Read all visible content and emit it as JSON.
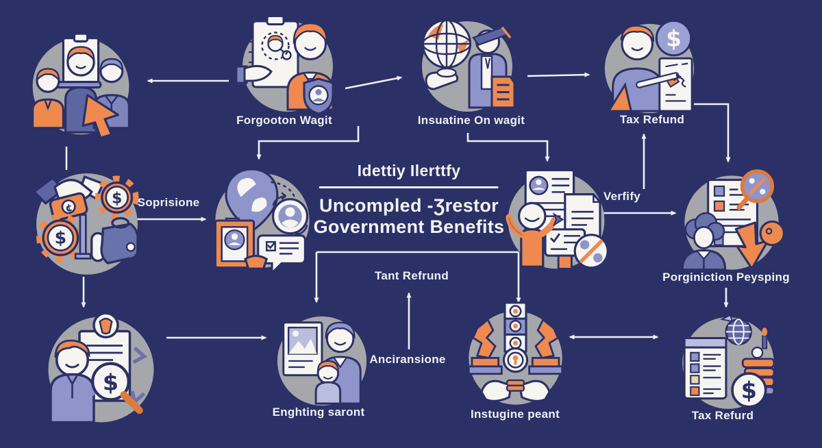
{
  "diagram": {
    "title": {
      "line1": "Idettiy Ilerttfy",
      "line2": "Uncompled -Ʒrestor",
      "line3": "Government Benefits"
    },
    "labels": {
      "forgotten_wage": "Forgooton Wagit",
      "insurance_wage": "Insuatine On wagit",
      "tax_refund_top": "Tax Refund",
      "soprisione": "Soprisione",
      "verify": "Verfify",
      "porginiction": "Porginiction Peysping",
      "tant_refrund": "Tant Refrund",
      "anciransione": "Anciransione",
      "enghting_saront": "Enghting saront",
      "instugine_peant": "Instugine peant",
      "tax_refurd": "Tax Refurd"
    },
    "icons": {
      "team_applicants": "team-applicants-icon",
      "resume_handover": "resume-handover-icon",
      "globe_insurance": "globe-insurance-icon",
      "tax_form_signing": "tax-form-signing-icon",
      "money_handshake": "money-handshake-icon",
      "identity_location": "identity-location-icon",
      "benefits_documents": "benefits-documents-icon",
      "document_review": "document-review-icon",
      "dollar_search": "dollar-search-icon",
      "family_photo": "family-photo-icon",
      "statues_payment": "statues-payment-icon",
      "tax_checklist": "tax-checklist-icon"
    },
    "colors": {
      "background": "#2b3066",
      "circle_gray": "#a6a7ab",
      "orange": "#ee8a50",
      "orange_dark": "#dd7a3e",
      "periwinkle": "#8f95cb",
      "periwinkle_light": "#b9bede",
      "navy": "#2b3066",
      "blue_mid": "#5e66a2",
      "white": "#f6f5f1",
      "text": "#eef1f8"
    }
  }
}
